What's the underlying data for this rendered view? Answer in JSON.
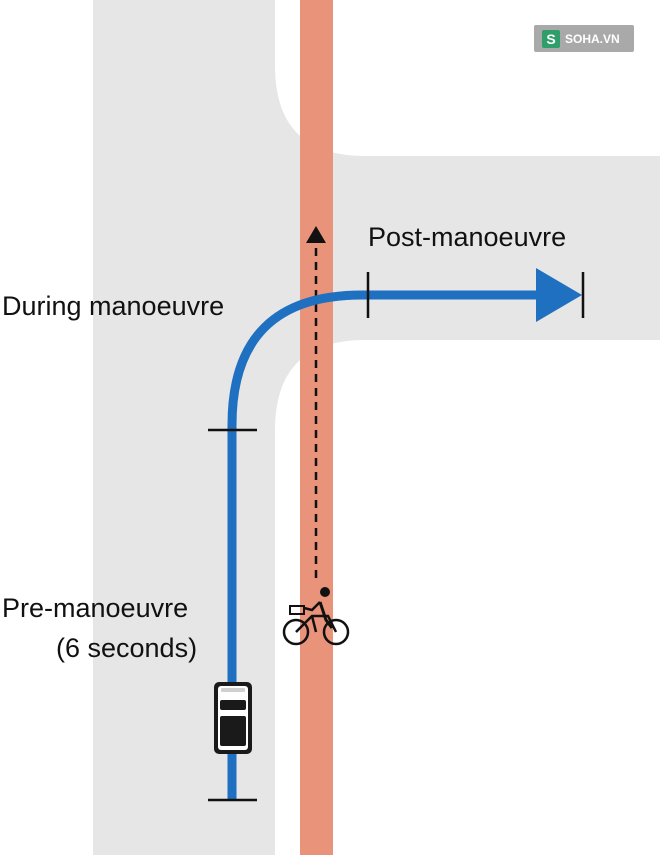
{
  "labels": {
    "post": "Post-manoeuvre",
    "during": "During manoeuvre",
    "pre": "Pre-manoeuvre",
    "pre_sub": "(6 seconds)"
  },
  "watermark": {
    "badge": "S",
    "text": "SOHA.VN"
  },
  "colors": {
    "road": "#e6e6e6",
    "bike_lane": "#e9937a",
    "path": "#1f70c1",
    "marker": "#111111"
  },
  "icons": {
    "car": "car-icon",
    "cyclist": "cyclist-icon",
    "arrow": "arrowhead-icon"
  }
}
